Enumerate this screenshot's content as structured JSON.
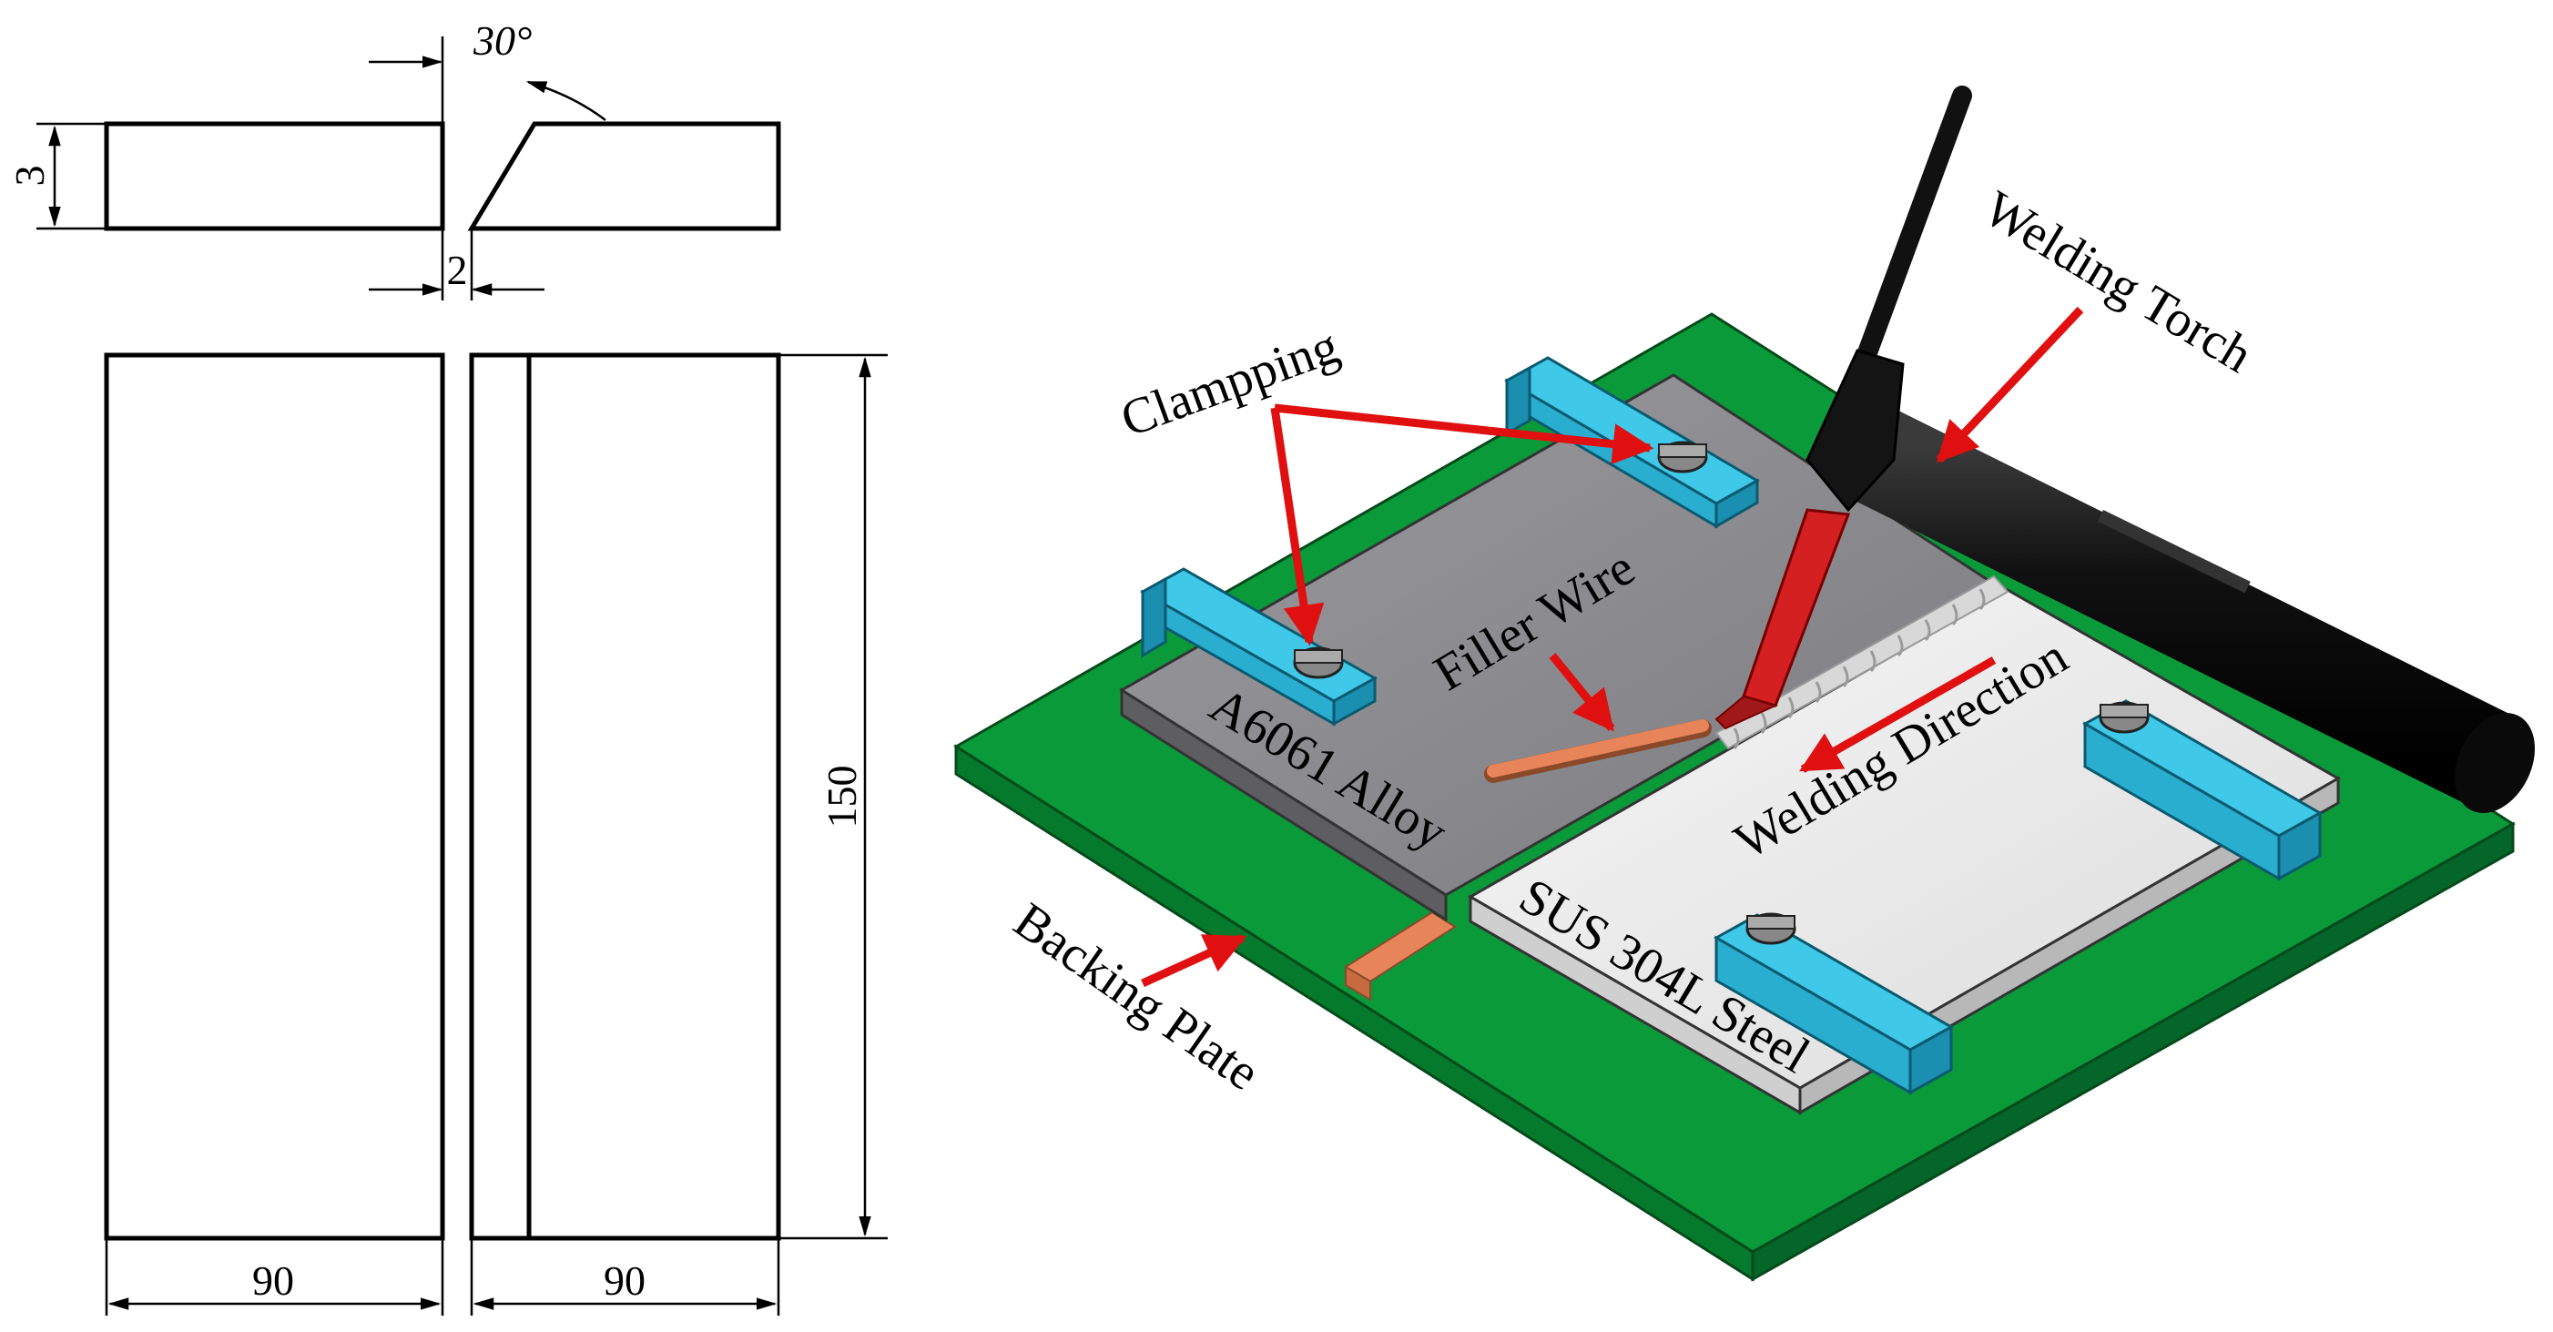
{
  "drawing": {
    "angle_label": "30°",
    "thickness_label": "3",
    "gap_label": "2",
    "length_label": "150",
    "width_left_label": "90",
    "width_right_label": "90"
  },
  "labels": {
    "clamping": "Clampping",
    "filler_wire": "Filler Wire",
    "welding_torch": "Welding Torch",
    "welding_direction": "Welding Direction",
    "aluminum_plate": "A6061 Alloy",
    "steel_plate": "SUS 304L Steel",
    "backing_plate": "Backing Plate"
  },
  "colors": {
    "backing_plate": "#0a9a3a",
    "aluminum_plate": "#8c8c90",
    "steel_plate": "#ececec",
    "clamp": "#3fc8e8",
    "filler_wire": "#e8845a",
    "torch_body": "#161616",
    "torch_nozzle": "#d42020",
    "arrow": "#e01010"
  }
}
